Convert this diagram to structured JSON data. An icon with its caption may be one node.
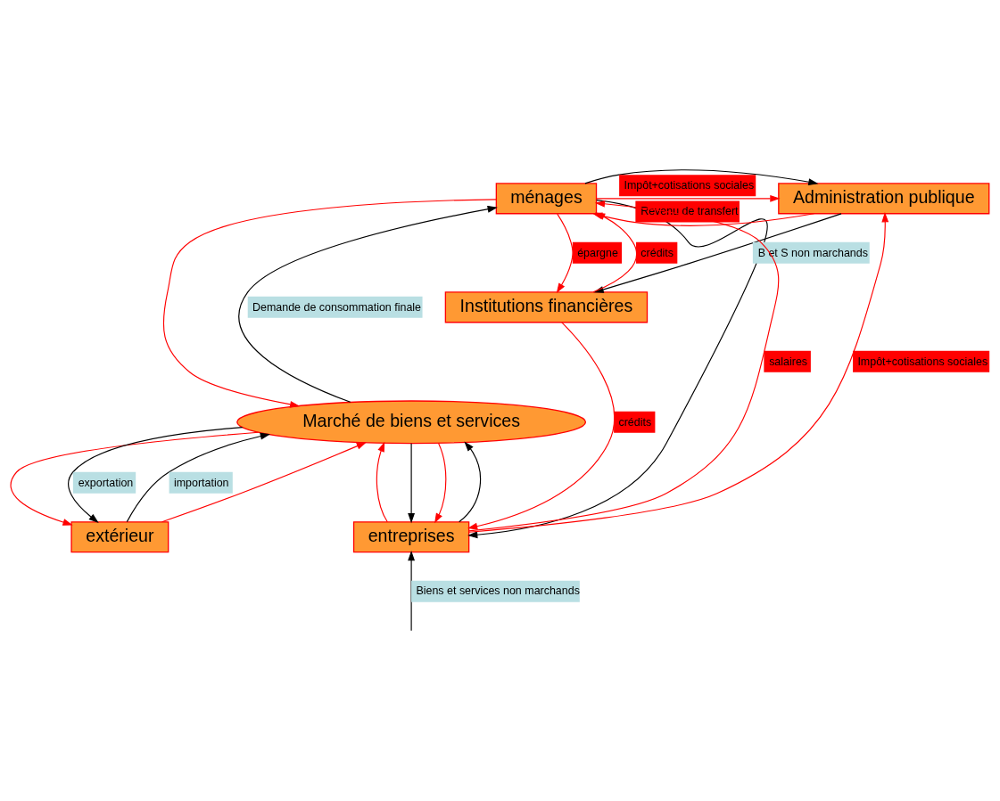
{
  "diagram": {
    "nodes": [
      {
        "text": [
          "ménages"
        ]
      },
      {
        "text": [
          "Administration publique"
        ]
      },
      {
        "text": [
          "Institutions financières"
        ]
      },
      {
        "text": [
          "Marché de biens et services"
        ]
      },
      {
        "text": [
          "extérieur"
        ]
      },
      {
        "text": [
          "entreprises"
        ]
      }
    ],
    "edges": [
      {
        "from": 0,
        "to": 1,
        "arrow": "to",
        "color": "#000000"
      },
      {
        "from": 1,
        "to": 0,
        "arrow": "to",
        "label": "Revenu de transfert"
      },
      {
        "from": 0,
        "to": 1,
        "arrow": "to",
        "label": "Impôt+cotisations sociales"
      },
      {
        "from": 1,
        "to": 2,
        "arrow": "to",
        "label": "B et S non marchands",
        "color": "#000000"
      },
      {
        "from": 0,
        "to": 2,
        "arrow": "to",
        "label": "épargne"
      },
      {
        "from": 2,
        "to": 0,
        "arrow": "to",
        "label": "crédits"
      },
      {
        "from": 0,
        "to": 3,
        "arrow": "to"
      },
      {
        "from": 3,
        "to": 0,
        "arrow": "to",
        "label": "Demande de consommation finale",
        "color": "#000000"
      },
      {
        "from": 0,
        "to": 5,
        "arrow": "to",
        "color": "#000000"
      },
      {
        "from": 5,
        "to": 0,
        "arrow": "to",
        "label": "salaires"
      },
      {
        "from": 5,
        "to": 3,
        "arrow": "to"
      },
      {
        "from": 3,
        "to": 5,
        "arrow": "to",
        "color": "#000000"
      },
      {
        "from": 3,
        "to": 5,
        "arrow": "to"
      },
      {
        "from": 5,
        "to": 3,
        "arrow": "to",
        "color": "#000000"
      },
      {
        "from": 3,
        "to": 4,
        "arrow": "to"
      },
      {
        "from": 4,
        "to": 3,
        "arrow": "to",
        "label": "importation",
        "color": "#000000"
      },
      {
        "from": 4,
        "to": 3,
        "arrow": "to"
      },
      {
        "from": 3,
        "to": 4,
        "arrow": "to",
        "label": "exportation",
        "color": "#000000"
      },
      {
        "from": 2,
        "to": 5,
        "arrow": "to",
        "label": "crédits"
      },
      {
        "from": 5,
        "to": 1,
        "arrow": "to",
        "label": "Impôt+cotisations sociales"
      },
      {
        "from": null,
        "to": 5,
        "arrow": "to",
        "label": "Biens et services non marchands",
        "color": "#000000"
      }
    ]
  }
}
